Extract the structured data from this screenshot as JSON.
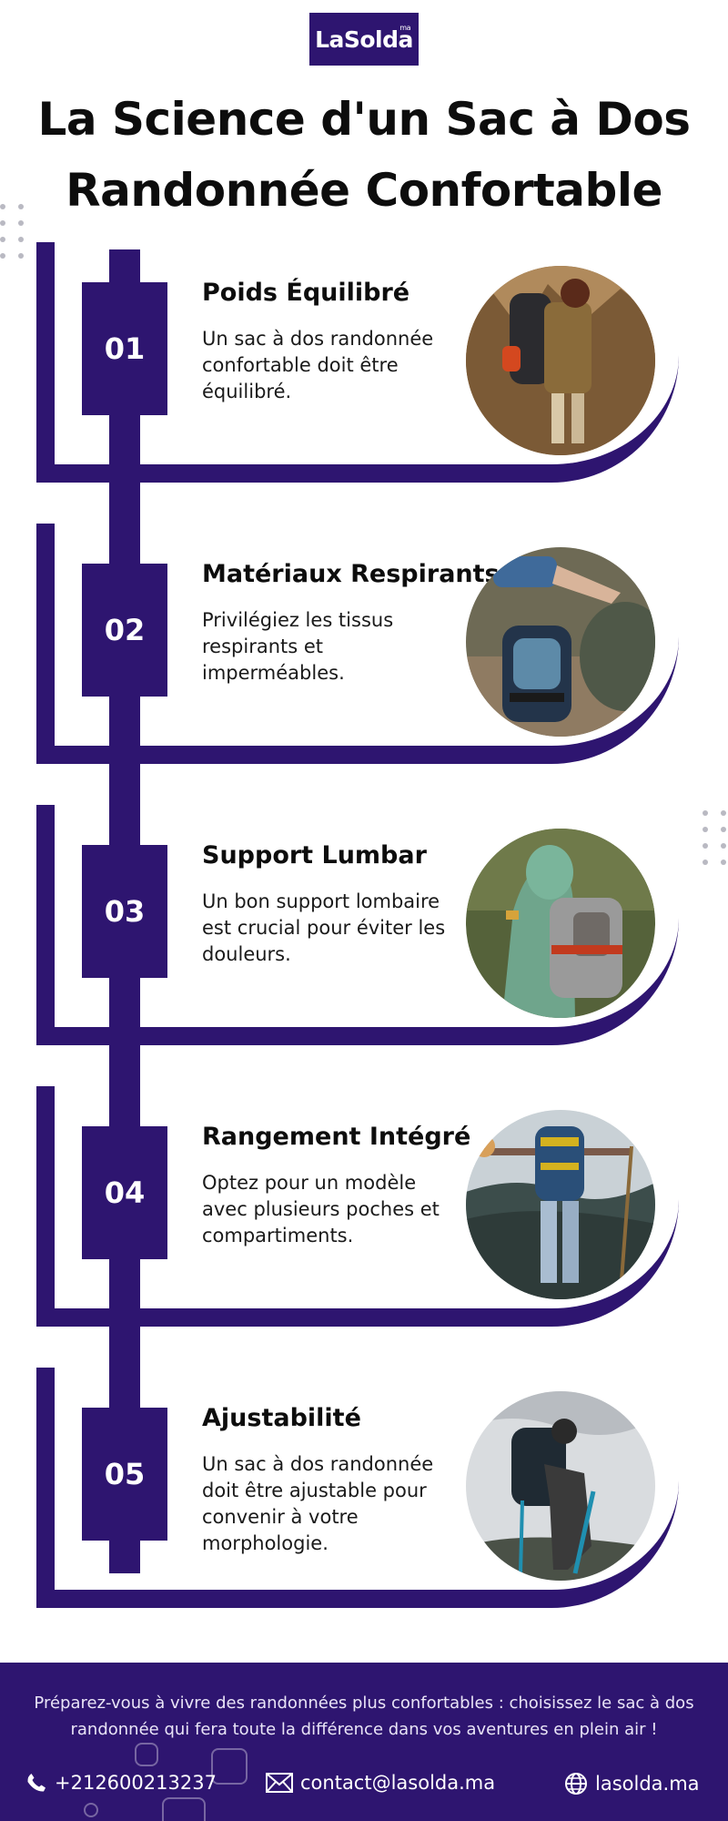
{
  "header": {
    "logo_text": "LaSolda",
    "logo_suffix": "ma",
    "title_line1": "La Science d'un Sac à Dos",
    "title_line2": "Randonnée Confortable"
  },
  "colors": {
    "brand": "#2e1570",
    "text": "#0d0d0d",
    "footer_text": "#e9e4f7"
  },
  "steps": [
    {
      "number": "01",
      "title": "Poids Équilibré",
      "description": "Un sac à dos randonnée confortable doit être équilibré.",
      "image": "hiker-with-backpack-photo"
    },
    {
      "number": "02",
      "title": "Matériaux Respirants",
      "description": "Privilégiez les tissus respirants et imperméables.",
      "image": "backpack-on-trail-photo"
    },
    {
      "number": "03",
      "title": "Support Lumbar",
      "description": "Un bon support lombaire est crucial pour éviter les douleurs.",
      "image": "hooded-hiker-photo"
    },
    {
      "number": "04",
      "title": "Rangement Intégré",
      "description": "Optez pour un modèle avec plusieurs poches et compartiments.",
      "image": "hiker-arms-open-photo"
    },
    {
      "number": "05",
      "title": "Ajustabilité",
      "description": "Un sac à dos randonnée doit être ajustable pour convenir à votre morphologie.",
      "image": "hiker-with-pole-photo"
    }
  ],
  "footer": {
    "text": "Préparez-vous à vivre des randonnées plus confortables : choisissez le sac à dos randonnée qui fera toute la différence dans vos aventures en plein air !",
    "phone": "+212600213237",
    "email": "contact@lasolda.ma",
    "website": "lasolda.ma",
    "icons": [
      "phone-icon",
      "mail-icon",
      "globe-icon"
    ]
  }
}
